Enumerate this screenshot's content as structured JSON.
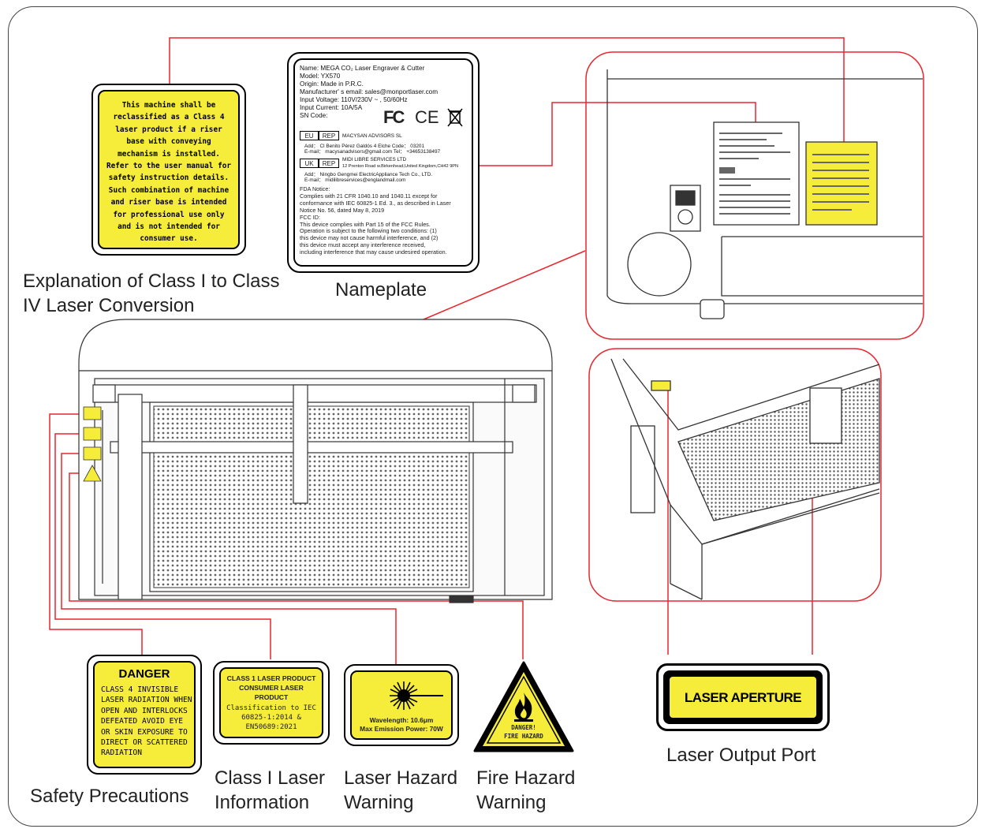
{
  "colors": {
    "label_yellow": "#f6ec3a",
    "callout_red": "#e8262d",
    "outline": "#000000"
  },
  "class4_label": {
    "lines": [
      "This machine shall be",
      "reclassified as a Class 4",
      "laser product if a riser",
      "base with conveying",
      "mechanism is installed.",
      "Refer to the user manual for",
      "safety instruction details.",
      "Such combination of machine",
      "and riser base is intended",
      "for professional use only",
      "and is not intended for",
      "consumer use."
    ]
  },
  "nameplate": {
    "lines": [
      "Name:  MEGA CO₂ Laser Engraver & Cutter",
      "Model:  YX570",
      "Origin:  Made in P.R.C.",
      "Manufacturer' s email: sales@monportlaser.com",
      "Input Voltage:  110V/230V ~ ,  50/60Hz",
      "Input Current:  10A/5A",
      "SN Code:"
    ],
    "fcc_mark": "FC",
    "ce_mark": "CE",
    "weee_icon": "crossed-bin-icon",
    "eu_rep": {
      "box1": "EU",
      "box2": "REP",
      "company": "MACYSAN ADVISORS SL",
      "lines": [
        "Add： Cl Benito Pérez Galdós 4  Elche Code： 03201",
        "E-mail： macysanadvisors@gmail.com    Tel： +34653138497"
      ]
    },
    "uk_rep": {
      "box1": "UK",
      "box2": "REP",
      "company": "MIDI LIBRE SERVICES LTD",
      "address": "12 Prenton Road w.Birkenhead,United Kingdom,CH42 9PN",
      "lines": [
        "Add： Ningbo Gengmei ElectricAppliance Tech Co., LTD.",
        "E-mail： midilibreservices@englandmail.com"
      ]
    },
    "fda_lines": [
      "FDA Notice:",
      "Complies with 21 CFR 1040.10 and 1040.11 except for",
      "conformance with IEC 60825-1 Ed. 3., as described in Laser",
      "Notice No. 56, dated May 8, 2019",
      "FCC ID:",
      "This device complies with Part 15 of the FCC Rules.",
      "Operation is subject to the following two conditions: (1)",
      "this device may not cause harmful interference, and (2)",
      "this device must accept any interference received,",
      "including interference that may cause undesired operation."
    ]
  },
  "captions": {
    "class_conversion": [
      "Explanation of Class I to Class",
      "IV Laser Conversion"
    ],
    "nameplate": "Nameplate",
    "safety": "Safety Precautions",
    "class1_info": [
      "Class I Laser",
      "Information"
    ],
    "laser_hazard": [
      "Laser Hazard",
      "Warning"
    ],
    "fire_hazard": [
      "Fire Hazard",
      "Warning"
    ],
    "output_port": "Laser Output Port"
  },
  "danger_label": {
    "title": "DANGER",
    "lines": [
      "CLASS 4 INVISIBLE",
      "LASER RADIATION WHEN",
      "OPEN AND INTERLOCKS",
      "DEFEATED AVOID EYE",
      "OR SKIN EXPOSURE TO",
      "DIRECT OR SCATTERED",
      "RADIATION"
    ]
  },
  "class1_label": {
    "bold_lines": [
      "CLASS 1 LASER PRODUCT",
      "CONSUMER LASER",
      "PRODUCT"
    ],
    "lines": [
      "Classification to IEC",
      "60825-1:2014 &",
      "EN50689:2021"
    ]
  },
  "laser_hazard_label": {
    "wavelength": "Wavelength: 10.6μm",
    "power": "Max Emission Power: 70W",
    "icon": "laser-starburst-icon"
  },
  "fire_label": {
    "line1": "DANGER!",
    "line2": "FIRE HAZARD",
    "icon": "flame-icon"
  },
  "aperture_label": {
    "text": "LASER APERTURE"
  }
}
